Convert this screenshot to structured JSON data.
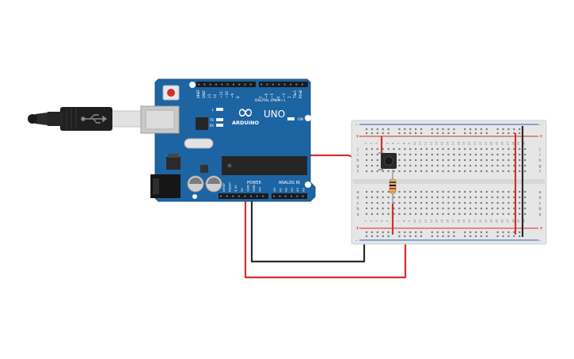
{
  "colors": {
    "board": "#1d64a3",
    "board_dark": "#16507f",
    "wire_red": "#d32f2f",
    "wire_black": "#2b2b2b",
    "breadboard": "#e6e6e6",
    "rail_red": "#d32f2f",
    "rail_blue": "#1e63c6"
  },
  "arduino": {
    "logo_text": "ARDUINO",
    "model_text": "UNO",
    "infinity_symbol": "∞",
    "on_label": "ON",
    "digital_label": "DIGITAL (PWM~)",
    "analog_label": "ANALOG IN",
    "power_label": "POWER",
    "led_labels": [
      "L",
      "TX",
      "RX"
    ],
    "digital_pin_labels": [
      "AREF",
      "GND",
      "13",
      "12",
      "~11",
      "~10",
      "~9",
      "8",
      "7",
      "~6",
      "~5",
      "4",
      "~3",
      "2",
      "TX▸1",
      "RX◂0"
    ],
    "power_pin_labels": [
      "IOREF",
      "RESET",
      "3.3V",
      "5V",
      "GND",
      "GND",
      "Vin"
    ],
    "analog_pin_labels": [
      "A0",
      "A1",
      "A2",
      "A3",
      "A4",
      "A5"
    ]
  },
  "usb_icon": "usb-trident-icon",
  "breadboard": {
    "rail_plus": "+",
    "rail_minus": "-",
    "row_letters_top": [
      "j",
      "i",
      "h",
      "g",
      "f"
    ],
    "row_letters_bottom": [
      "e",
      "d",
      "c",
      "b",
      "a"
    ],
    "column_numbers": [
      "1",
      "2",
      "3",
      "4",
      "5",
      "6",
      "7",
      "8",
      "9",
      "10",
      "11",
      "12",
      "13",
      "14",
      "15",
      "16",
      "17",
      "18",
      "19",
      "20",
      "21",
      "22",
      "23",
      "24",
      "25",
      "26",
      "27",
      "28",
      "29",
      "30"
    ]
  }
}
